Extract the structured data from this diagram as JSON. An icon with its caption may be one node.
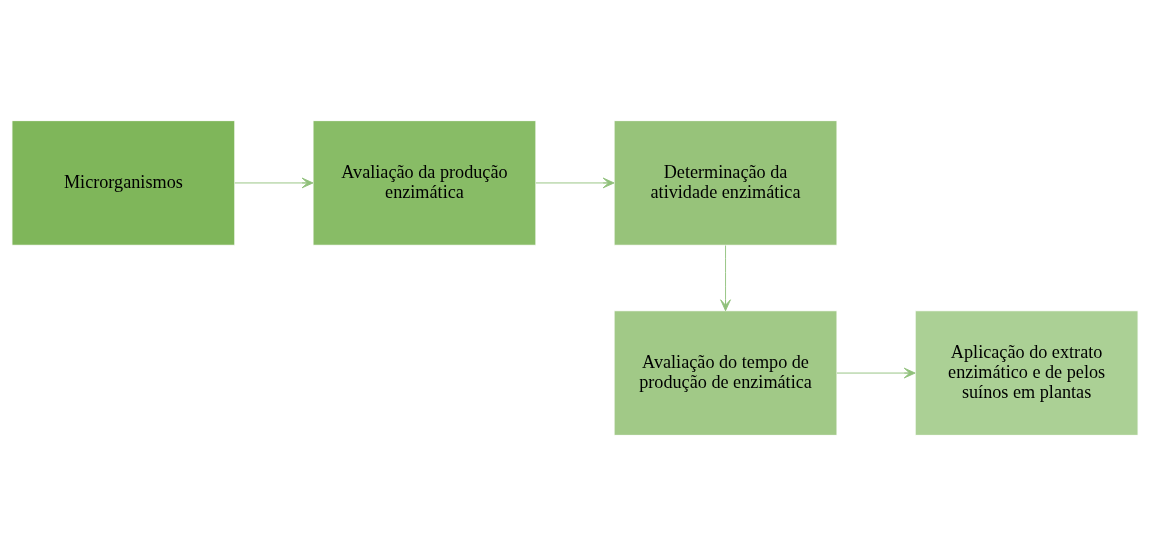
{
  "diagram": {
    "nodes": [
      {
        "text": [
          "Microrganismos"
        ]
      },
      {
        "text": [
          "Avaliação da produção enzimática"
        ]
      },
      {
        "text": [
          "Determinação da atividade enzimática"
        ]
      },
      {
        "text": [
          "Avaliação do tempo de produção de enzimática"
        ]
      },
      {
        "text": [
          "Aplicação do extrato enzimático e de pelos suínos em plantas"
        ]
      }
    ],
    "edges": [
      {
        "from": 0,
        "to": 1,
        "arrow": "to"
      },
      {
        "from": 1,
        "to": 2,
        "arrow": "to"
      },
      {
        "from": 2,
        "to": 3,
        "arrow": "to"
      },
      {
        "from": 3,
        "to": 4,
        "arrow": "to"
      }
    ]
  }
}
